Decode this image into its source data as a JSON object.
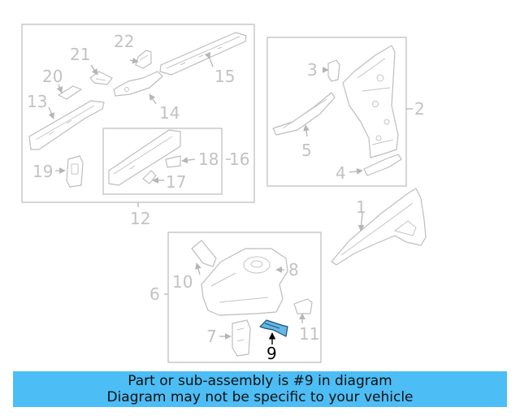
{
  "diagram": {
    "highlight_color": "#63b8e6",
    "callouts": {
      "c1": "1",
      "c2": "2",
      "c3": "3",
      "c4": "4",
      "c5": "5",
      "c6": "6",
      "c7": "7",
      "c8": "8",
      "c9": "9",
      "c10": "10",
      "c11": "11",
      "c12": "12",
      "c13": "13",
      "c14": "14",
      "c15": "15",
      "c16": "16",
      "c17": "17",
      "c18": "18",
      "c19": "19",
      "c20": "20",
      "c21": "21",
      "c22": "22"
    }
  },
  "banner": {
    "background": "#4dbdf5",
    "line1": "Part or sub-assembly is #9 in diagram",
    "line2": "Diagram may not be specific to your vehicle"
  }
}
